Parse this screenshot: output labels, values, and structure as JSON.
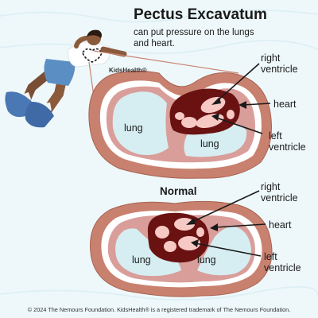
{
  "title": "Pectus Excavatum",
  "subtitle": "can put pressure on the lungs and heart.",
  "brand": "KidsHealth®",
  "top_diagram": {
    "labels": {
      "right_ventricle": [
        "right",
        "ventricle"
      ],
      "heart": "heart",
      "left_ventricle": [
        "left",
        "ventricle"
      ],
      "lung_left": "lung",
      "lung_right": "lung"
    }
  },
  "bottom_diagram": {
    "heading": "Normal",
    "labels": {
      "right_ventricle": [
        "right",
        "ventricle"
      ],
      "heart": "heart",
      "left_ventricle": [
        "left",
        "ventricle"
      ],
      "lung_left": "lung",
      "lung_right": "lung"
    }
  },
  "footer": "© 2024 The Nemours Foundation. KidsHealth® is a registered trademark of The Nemours Foundation.",
  "colors": {
    "background": "#eef8fb",
    "chest_wall": "#c9816f",
    "chest_wall_outline": "#a86150",
    "lung_fill": "#d6eef2",
    "heart_dark": "#6a1212",
    "heart_chamber": "#f7c9c5",
    "pericardium": "#d99e9a",
    "skin": "#8a5a3b",
    "shirt": "#ffffff",
    "shorts": "#5b8fc4",
    "shoes": "#4a78b5"
  }
}
